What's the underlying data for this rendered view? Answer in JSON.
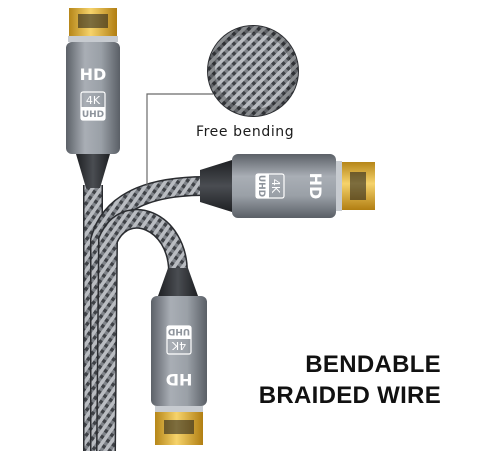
{
  "callout": {
    "label": "Free bending"
  },
  "headline": {
    "line1": "BENDABLE",
    "line2": "BRAIDED WIRE"
  },
  "connector_badges": {
    "hd": "HD",
    "k4": "4K",
    "uhd": "UHD"
  },
  "colors": {
    "braid_dark": "#3c3f44",
    "braid_light": "#b4b7bc",
    "housing": "#8e949c",
    "gold": "#e6b93a"
  },
  "icons": [
    "hdmi-connector-icon",
    "braided-cable-icon"
  ]
}
